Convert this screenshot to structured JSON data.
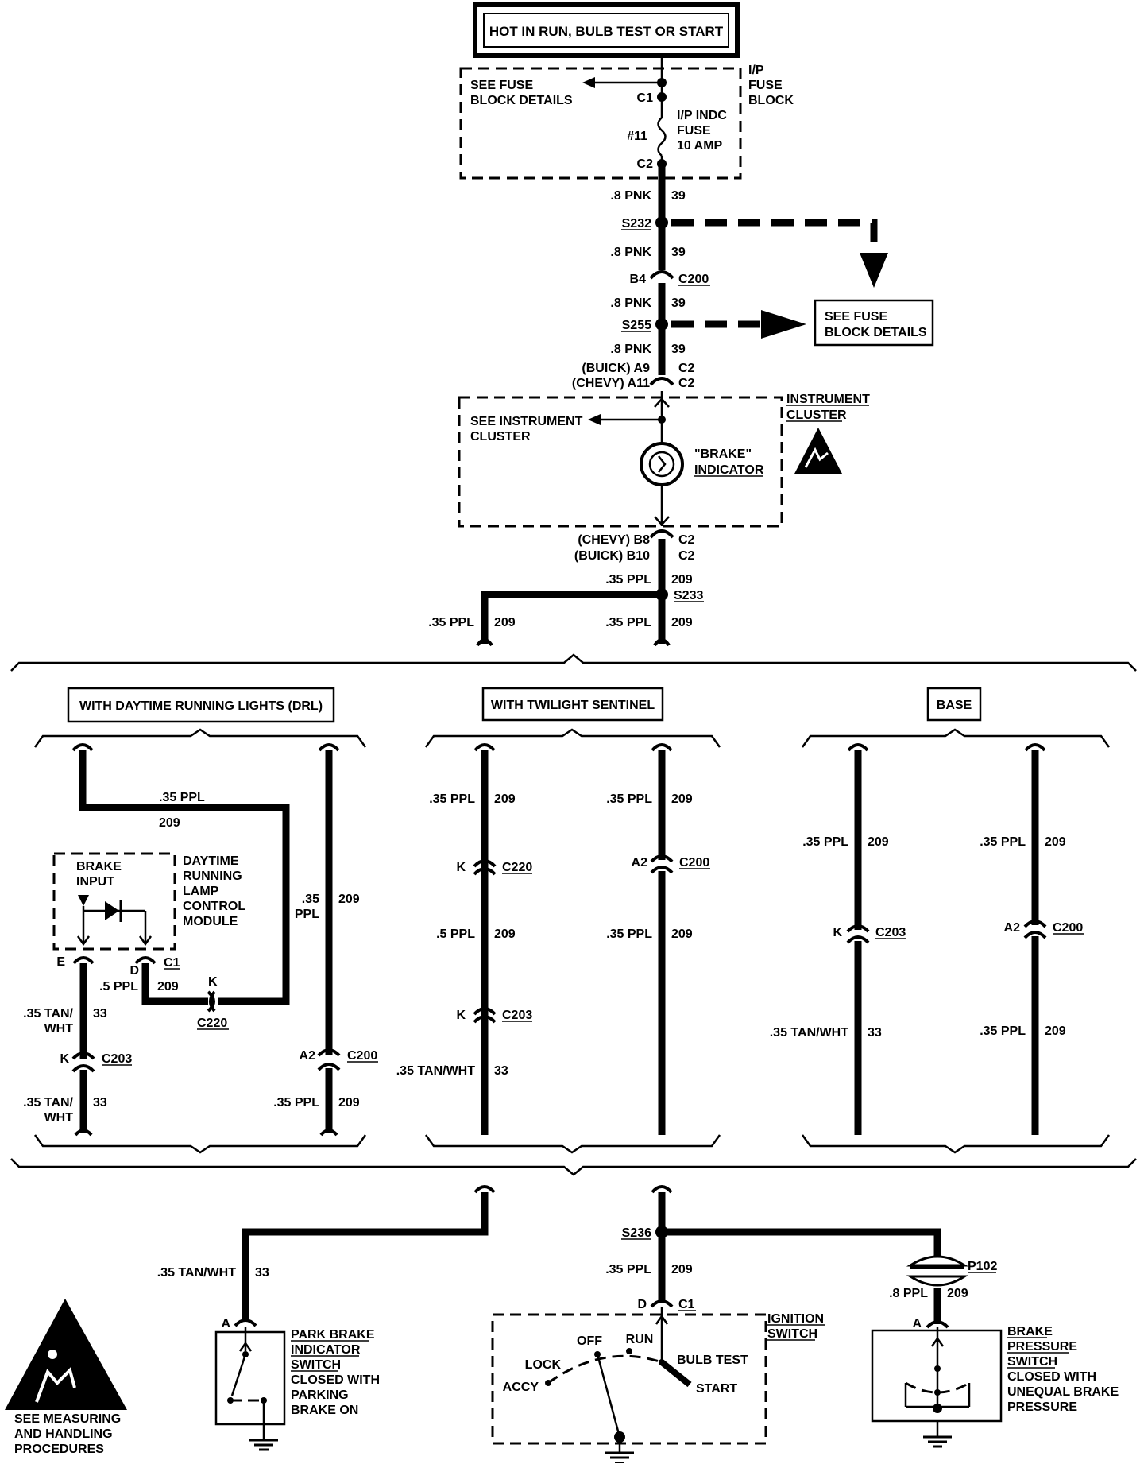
{
  "header": {
    "title": "HOT IN RUN, BULB TEST OR START"
  },
  "fuse_block": {
    "see_details": [
      "SEE FUSE",
      "BLOCK DETAILS"
    ],
    "name": [
      "I/P",
      "FUSE",
      "BLOCK"
    ],
    "fuse_name": [
      "I/P INDC",
      "FUSE",
      "10 AMP"
    ],
    "fuse_number": "#11",
    "c1": "C1",
    "c2": "C2"
  },
  "top_wires": {
    "w1_gauge": ".8 PNK",
    "w1_circuit": "39",
    "s232": "S232",
    "w2_gauge": ".8 PNK",
    "w2_circuit": "39",
    "b4": "B4",
    "c200": "C200",
    "w3_gauge": ".8 PNK",
    "w3_circuit": "39",
    "s255": "S255",
    "w4_gauge": ".8 PNK",
    "w4_circuit": "39",
    "see_fuse_box": [
      "SEE FUSE",
      "BLOCK DETAILS"
    ],
    "buick_a9": "(BUICK)  A9",
    "chevy_a11": "(CHEVY)  A11",
    "c2a": "C2",
    "c2b": "C2"
  },
  "cluster": {
    "see_cluster": [
      "SEE INSTRUMENT",
      "CLUSTER"
    ],
    "name": [
      "INSTRUMENT",
      "CLUSTER"
    ],
    "indicator": [
      "\"BRAKE\"",
      "INDICATOR"
    ],
    "chevy_b8": "(CHEVY)  B8",
    "buick_b10": "(BUICK)  B10",
    "c2a": "C2",
    "c2b": "C2",
    "w_gauge": ".35 PPL",
    "w_circuit": "209",
    "s233": "S233",
    "left_gauge": ".35 PPL",
    "left_circuit": "209",
    "right_gauge": ".35 PPL",
    "right_circuit": "209"
  },
  "drl": {
    "title": "WITH DAYTIME RUNNING LIGHTS (DRL)",
    "top_gauge": ".35 PPL",
    "top_circuit": "209",
    "brake_input": [
      "BRAKE",
      "INPUT"
    ],
    "module": [
      "DAYTIME",
      "RUNNING",
      "LAMP",
      "CONTROL",
      "MODULE"
    ],
    "pin_e": "E",
    "pin_d": "D",
    "c1": "C1",
    "mid_gauge": ".5 PPL",
    "mid_circuit": "209",
    "k": "K",
    "c220": "C220",
    "tan1_gauge": [
      ".35 TAN/",
      "WHT"
    ],
    "tan1_circuit": "33",
    "k2": "K",
    "c203": "C203",
    "tan2_gauge": [
      ".35 TAN/",
      "WHT"
    ],
    "tan2_circuit": "33",
    "right_gauge": [
      ".35",
      "PPL"
    ],
    "right_circuit": "209",
    "a2": "A2",
    "c200": "C200",
    "right2_gauge": ".35 PPL",
    "right2_circuit": "209"
  },
  "twilight": {
    "title": "WITH TWILIGHT SENTINEL",
    "l1_gauge": ".35 PPL",
    "l1_circuit": "209",
    "k1": "K",
    "c220": "C220",
    "l2_gauge": ".5 PPL",
    "l2_circuit": "209",
    "k2": "K",
    "c203": "C203",
    "l3_gauge": ".35 TAN/WHT",
    "l3_circuit": "33",
    "r1_gauge": ".35 PPL",
    "r1_circuit": "209",
    "a2": "A2",
    "c200": "C200",
    "r2_gauge": ".35 PPL",
    "r2_circuit": "209"
  },
  "base": {
    "title": "BASE",
    "l1_gauge": ".35 PPL",
    "l1_circuit": "209",
    "k": "K",
    "c203": "C203",
    "l2_gauge": ".35 TAN/WHT",
    "l2_circuit": "33",
    "r1_gauge": ".35 PPL",
    "r1_circuit": "209",
    "a2": "A2",
    "c200": "C200",
    "r2_gauge": ".35 PPL",
    "r2_circuit": "209"
  },
  "bottom": {
    "tan_gauge": ".35 TAN/WHT",
    "tan_circuit": "33",
    "park_pin": "A",
    "park_switch": [
      "PARK BRAKE",
      "INDICATOR",
      "SWITCH",
      "CLOSED WITH",
      "PARKING",
      "BRAKE ON"
    ],
    "s236": "S236",
    "ign_gauge": ".35 PPL",
    "ign_circuit": "209",
    "ign_d": "D",
    "ign_c1": "C1",
    "ign_name": [
      "IGNITION",
      "SWITCH"
    ],
    "positions": {
      "off": "OFF",
      "run": "RUN",
      "lock": "LOCK",
      "bulb_test": "BULB TEST",
      "accy": "ACCY",
      "start": "START"
    },
    "p102": "P102",
    "bp_gauge": ".8 PPL",
    "bp_circuit": "209",
    "bp_pin": "A",
    "bp_switch": [
      "BRAKE",
      "PRESSURE",
      "SWITCH",
      "CLOSED WITH",
      "UNEQUAL BRAKE",
      "PRESSURE"
    ],
    "esd_note": [
      "SEE MEASURING",
      "AND HANDLING",
      "PROCEDURES"
    ]
  }
}
